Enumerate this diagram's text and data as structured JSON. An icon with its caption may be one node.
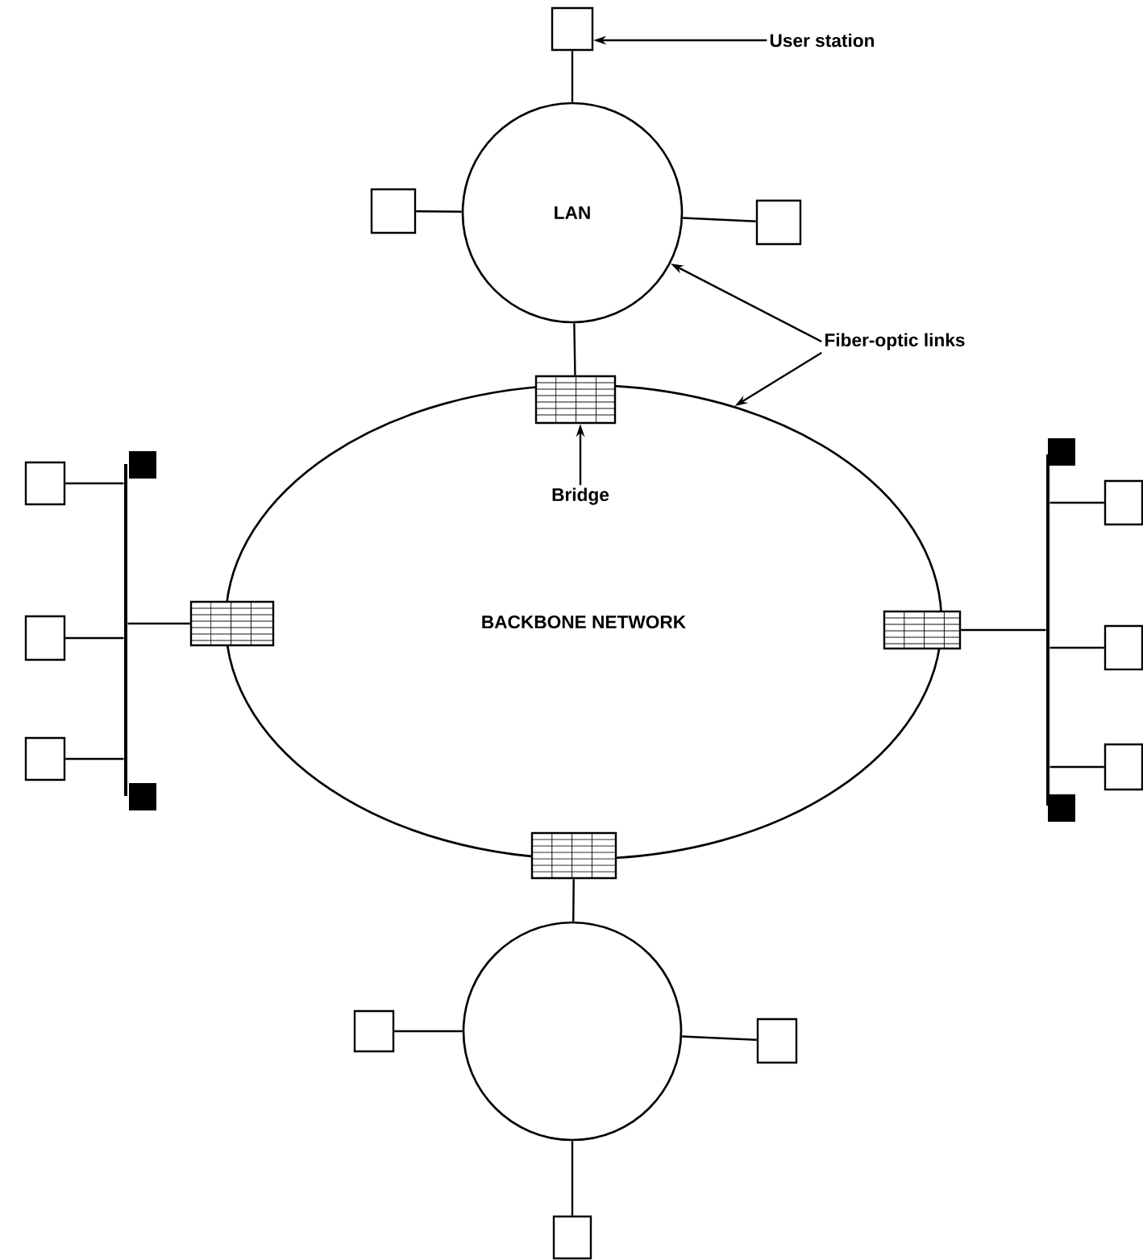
{
  "diagram": {
    "nodes": [
      {
        "text": [
          "User station"
        ]
      },
      {
        "text": [],
        "shape": "box"
      },
      {
        "text": [
          "LAN"
        ]
      },
      {
        "text": [],
        "shape": "box"
      },
      {
        "text": [],
        "shape": "box"
      },
      {
        "text": [
          "Fiber-optic links"
        ]
      },
      {
        "text": [
          "BACKBONE NETWORK"
        ]
      },
      {
        "text": [],
        "shape": "box"
      },
      {
        "text": [
          "Bridge"
        ],
        "in": 6
      },
      {
        "text": [],
        "shape": "box"
      },
      {
        "text": [],
        "shape": "box"
      },
      {
        "text": [],
        "shape": "box"
      },
      {
        "text": [],
        "shape": "bar"
      },
      {
        "text": [],
        "shape": "box"
      },
      {
        "text": [],
        "shape": "box"
      },
      {
        "text": [],
        "shape": "box"
      },
      {
        "text": [],
        "shape": "bar"
      },
      {
        "text": [],
        "shape": "box"
      },
      {
        "text": [],
        "shape": "box"
      },
      {
        "text": [],
        "shape": "box"
      },
      {
        "text": [],
        "shape": "circle"
      },
      {
        "text": [],
        "shape": "box"
      },
      {
        "text": [],
        "shape": "box"
      },
      {
        "text": [],
        "shape": "box"
      }
    ],
    "edges": [
      {
        "from": 0,
        "to": 1,
        "arrow": "to"
      },
      {
        "from": 1,
        "to": 2,
        "arrow": "none"
      },
      {
        "from": 3,
        "to": 2,
        "arrow": "none"
      },
      {
        "from": 4,
        "to": 2,
        "arrow": "none"
      },
      {
        "from": 2,
        "to": 7,
        "arrow": "none"
      },
      {
        "from": 5,
        "to": 2,
        "arrow": "to"
      },
      {
        "from": 5,
        "to": 6,
        "arrow": "to"
      },
      {
        "from": 8,
        "to": 7,
        "arrow": "to"
      },
      {
        "from": 9,
        "to": 12,
        "arrow": "none"
      },
      {
        "from": 13,
        "to": 12,
        "arrow": "none"
      },
      {
        "from": 14,
        "to": 12,
        "arrow": "none"
      },
      {
        "from": 15,
        "to": 12,
        "arrow": "none"
      },
      {
        "from": 10,
        "to": 16,
        "arrow": "none"
      },
      {
        "from": 17,
        "to": 16,
        "arrow": "none"
      },
      {
        "from": 18,
        "to": 16,
        "arrow": "none"
      },
      {
        "from": 19,
        "to": 16,
        "arrow": "none"
      },
      {
        "from": 11,
        "to": 20,
        "arrow": "none"
      },
      {
        "from": 21,
        "to": 20,
        "arrow": "none"
      },
      {
        "from": 22,
        "to": 20,
        "arrow": "none"
      },
      {
        "from": 23,
        "to": 20,
        "arrow": "none"
      }
    ]
  }
}
